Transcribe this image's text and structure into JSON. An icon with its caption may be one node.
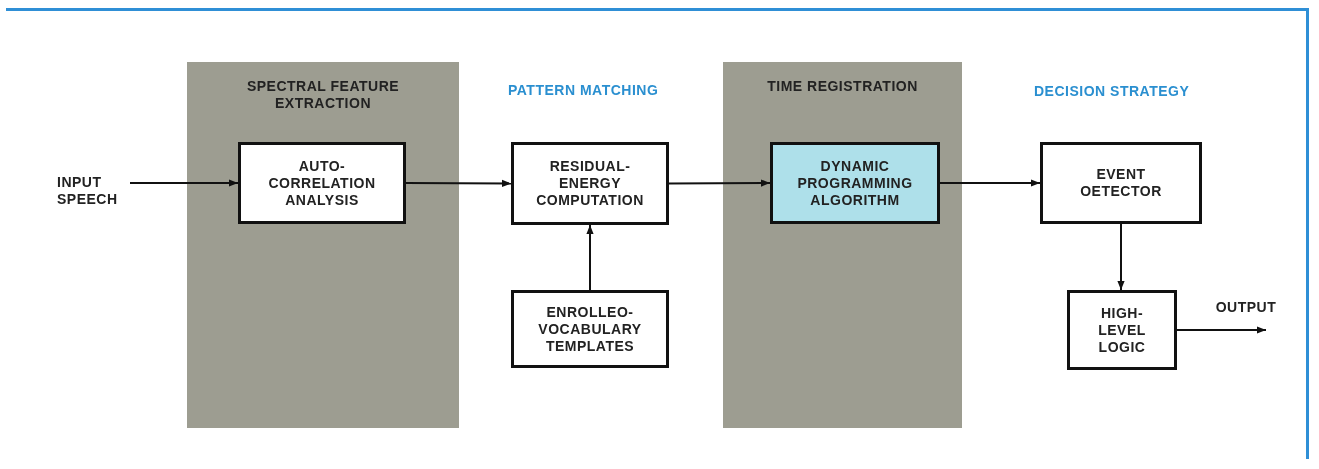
{
  "diagram": {
    "nodes": [
      {
        "text": [
          "INPUT SPEECH"
        ]
      },
      {
        "text": [
          "SPECTRAL FEATURE EXTRACTION"
        ]
      },
      {
        "text": [
          "AUTO-CORRELATION ANALYSIS"
        ],
        "in": 1
      },
      {
        "text": [
          "RESIDUAL-ENERGY COMPUTATION"
        ]
      },
      {
        "text": [
          "ENROLLEO-VOCABULARY TEMPLATES"
        ]
      },
      {
        "text": [
          "TIME REGISTRATION"
        ]
      },
      {
        "text": [
          "DYNAMIC PROGRAMMING ALGORITHM"
        ],
        "in": 5
      },
      {
        "text": [
          "EVENT OETECTOR"
        ]
      },
      {
        "text": [
          "HIGH-LEVEL LOGIC"
        ]
      },
      {
        "text": [
          "OUTPUT"
        ]
      }
    ],
    "edges": [
      {
        "from": 0,
        "to": 2,
        "arrow": "to"
      },
      {
        "from": 2,
        "to": 3,
        "arrow": "to"
      },
      {
        "from": 4,
        "to": 3,
        "arrow": "to"
      },
      {
        "from": 3,
        "to": 6,
        "arrow": "to"
      },
      {
        "from": 6,
        "to": 7,
        "arrow": "to"
      },
      {
        "from": 7,
        "to": 8,
        "arrow": "to"
      },
      {
        "from": 8,
        "to": 9,
        "arrow": "to"
      }
    ],
    "labels": [
      "PATTERN MATCHING",
      "DECISION STRATEGY"
    ]
  }
}
